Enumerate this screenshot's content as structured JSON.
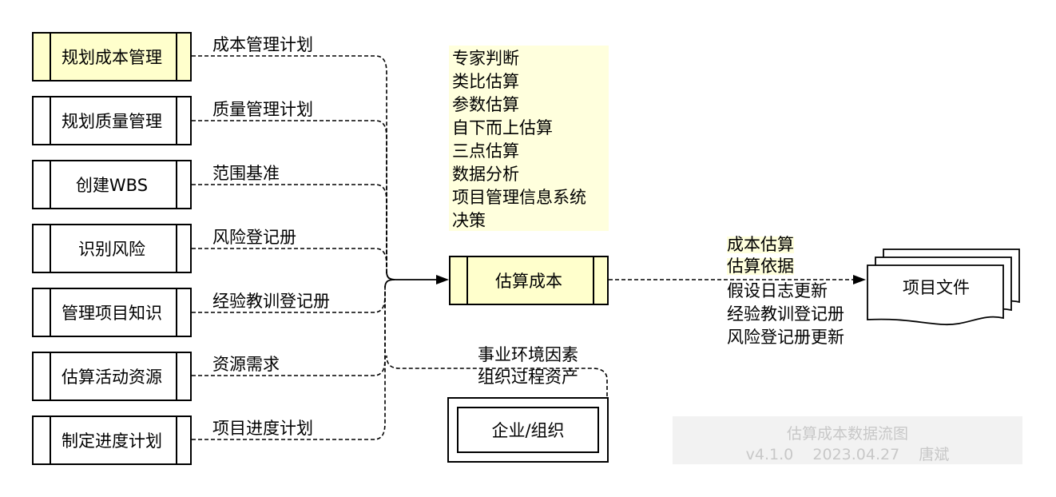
{
  "inputs": [
    {
      "source": "规划成本管理",
      "flow": "成本管理计划"
    },
    {
      "source": "规划质量管理",
      "flow": "质量管理计划"
    },
    {
      "source": "创建WBS",
      "flow": "范围基准"
    },
    {
      "source": "识别风险",
      "flow": "风险登记册"
    },
    {
      "source": "管理项目知识",
      "flow": "经验教训登记册"
    },
    {
      "source": "估算活动资源",
      "flow": "资源需求"
    },
    {
      "source": "制定进度计划",
      "flow": "项目进度计划"
    }
  ],
  "tools": [
    "专家判断",
    "类比估算",
    "参数估算",
    "自下而上估算",
    "三点估算",
    "数据分析",
    "项目管理信息系统",
    "决策"
  ],
  "center_process": "估算成本",
  "enterprise": {
    "source": "企业/组织",
    "flows": [
      "事业环境因素",
      "组织过程资产"
    ]
  },
  "outputs": [
    "成本估算",
    "估算依据",
    "假设日志更新",
    "经验教训登记册",
    "风险登记册更新"
  ],
  "output_target": "项目文件",
  "stamp": {
    "title": "估算成本数据流图",
    "version_line": "v4.1.0    2023.04.27    唐斌"
  },
  "colors": {
    "highlight": "#ffffcc",
    "tools_bg": "#ffffdd",
    "stamp_bg": "#f2f2f2",
    "stamp_text": "#c8c8c8"
  }
}
